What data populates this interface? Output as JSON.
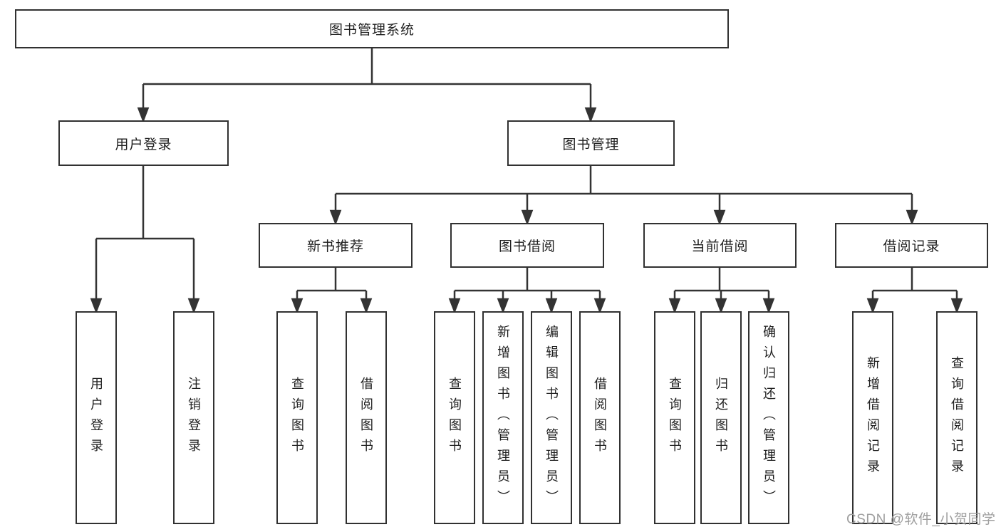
{
  "tree": {
    "label": "图书管理系统",
    "children": [
      {
        "label": "用户登录",
        "children": [
          {
            "label": "用户登录"
          },
          {
            "label": "注销登录"
          }
        ]
      },
      {
        "label": "图书管理",
        "children": [
          {
            "label": "新书推荐",
            "children": [
              {
                "label": "查询图书"
              },
              {
                "label": "借阅图书"
              }
            ]
          },
          {
            "label": "图书借阅",
            "children": [
              {
                "label": "查询图书"
              },
              {
                "label": "新增图书（管理员）"
              },
              {
                "label": "编辑图书（管理员）"
              },
              {
                "label": "借阅图书"
              }
            ]
          },
          {
            "label": "当前借阅",
            "children": [
              {
                "label": "查询图书"
              },
              {
                "label": "归还图书"
              },
              {
                "label": "确认归还（管理员）"
              }
            ]
          },
          {
            "label": "借阅记录",
            "children": [
              {
                "label": "新增借阅记录"
              },
              {
                "label": "查询借阅记录"
              }
            ]
          }
        ]
      }
    ]
  },
  "watermark": "CSDN @软件_小贺同学",
  "colors": {
    "line": "#333333",
    "box_border": "#313131",
    "text": "#1f1f1f",
    "watermark_text": "#9e9e9e",
    "background": "#ffffff"
  }
}
